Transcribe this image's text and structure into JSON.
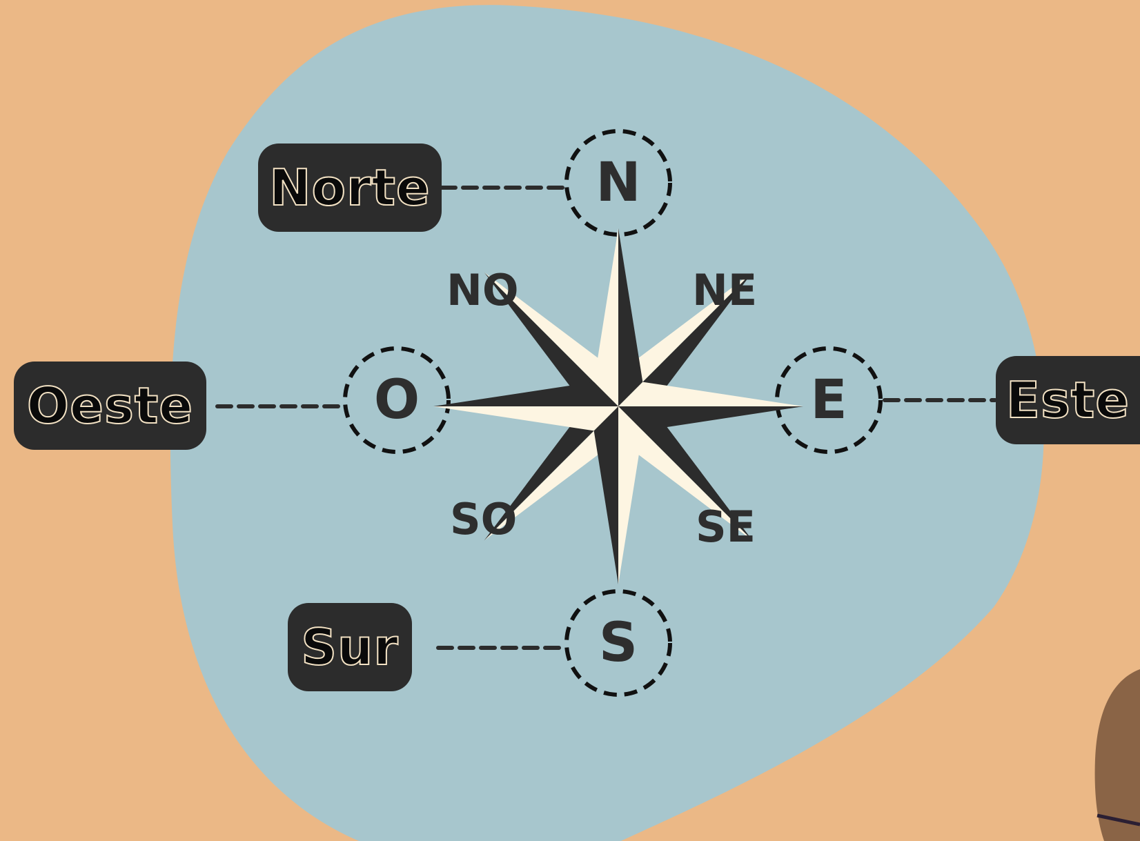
{
  "colors": {
    "background": "#EBB886",
    "blob": "#A7C6CD",
    "dark": "#2C2C2C",
    "star_light": "#FDF5E2",
    "mascot": "#8A6446"
  },
  "cardinal_labels": {
    "north": "Norte",
    "south": "Sur",
    "east": "Este",
    "west": "Oeste"
  },
  "circle_letters": {
    "north": "N",
    "south": "S",
    "east": "E",
    "west": "O"
  },
  "intercardinal_labels": {
    "northwest": "NO",
    "northeast": "NE",
    "southwest": "SO",
    "southeast": "SE"
  },
  "icons": {
    "compass": "compass-rose-icon",
    "mascot": "mascot-partial-icon"
  }
}
